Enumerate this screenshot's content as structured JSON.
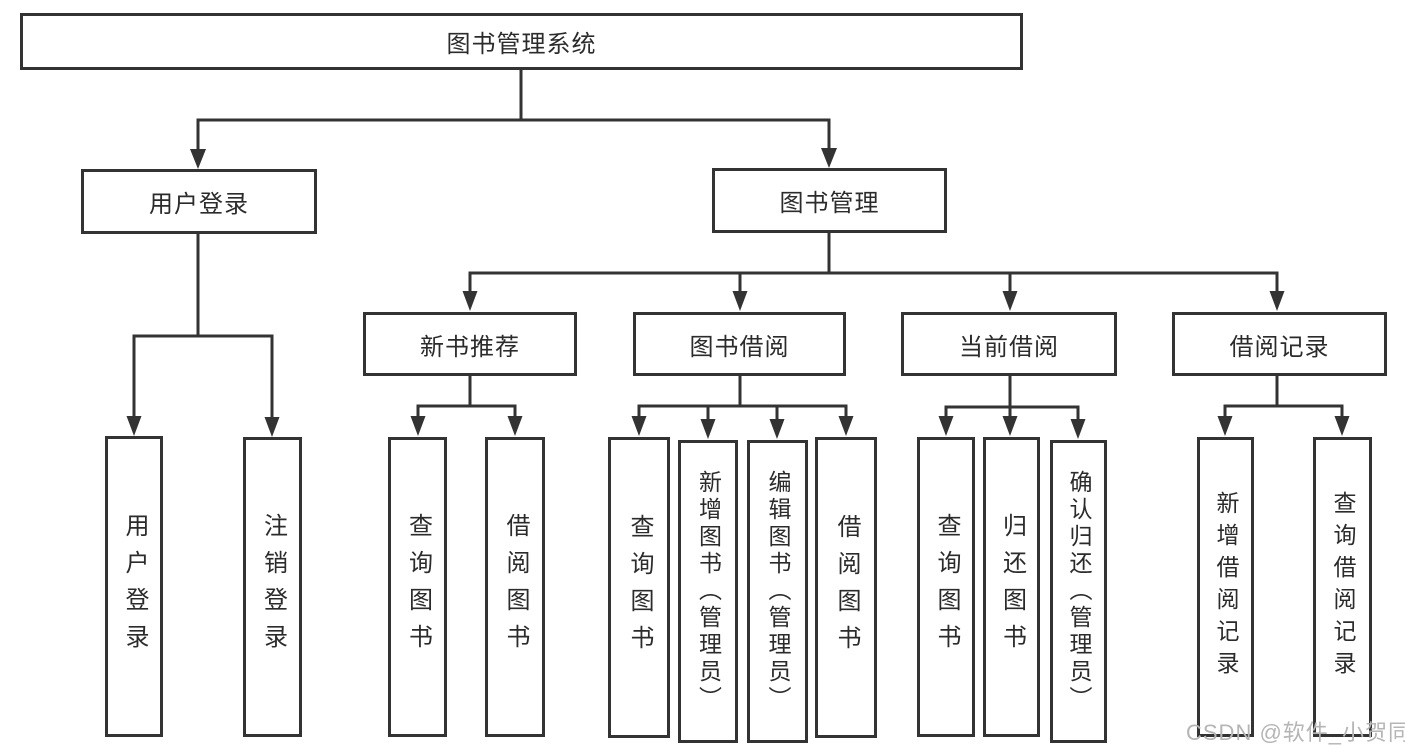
{
  "tree": {
    "root": "图书管理系统",
    "children": [
      {
        "label": "用户登录",
        "children": [
          "用户登录",
          "注销登录"
        ]
      },
      {
        "label": "图书管理",
        "children": [
          {
            "label": "新书推荐",
            "children": [
              "查询图书",
              "借阅图书"
            ]
          },
          {
            "label": "图书借阅",
            "children": [
              "查询图书",
              "新增图书（管理员）",
              "编辑图书（管理员）",
              "借阅图书"
            ]
          },
          {
            "label": "当前借阅",
            "children": [
              "查询图书",
              "归还图书",
              "确认归还（管理员）"
            ]
          },
          {
            "label": "借阅记录",
            "children": [
              "新增借阅记录",
              "查询借阅记录"
            ]
          }
        ]
      }
    ]
  },
  "watermark": "CSDN @软件_小贺同学",
  "colors": {
    "line": "#333333",
    "box_border": "#333333",
    "text": "#2b2b2b",
    "watermark": "#b5b5b5",
    "background": "#ffffff"
  }
}
